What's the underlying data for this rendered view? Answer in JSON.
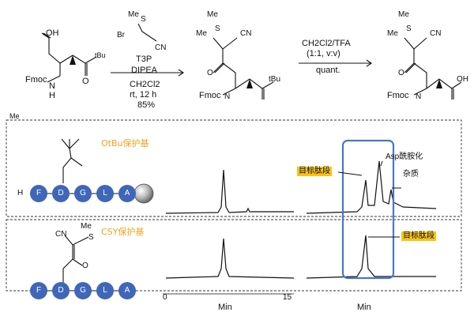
{
  "reaction": {
    "step1": {
      "reagent_bromide": "Br",
      "reagent_nitrile": "CN",
      "coupling_reagent": "T3P",
      "base": "DIPEA",
      "solvent": "CH2Cl2",
      "conditions": "rt, 12 h",
      "yield": "85%"
    },
    "step2": {
      "reagent": "CH2Cl2/TFA",
      "ratio": "(1:1, v:v)",
      "yield": "quant."
    },
    "labels": {
      "fmoc": "Fmoc",
      "nh": "N",
      "h": "H",
      "oh": "OH",
      "otbu": "O",
      "tbu": "tBu",
      "me": "Me",
      "cn": "CN",
      "s": "S",
      "o_minus": "O"
    }
  },
  "panels": {
    "top_label": "OtBu保护基",
    "bottom_label": "CSY保护基",
    "peptide_beads": [
      "F",
      "D",
      "G",
      "L",
      "A"
    ],
    "h_label": "H",
    "target_peak_label": "目标肽段",
    "impurity_label_line1": "Asp酰胺化",
    "impurity_label_line2": "杂质",
    "axis_ticks": [
      "0",
      "15"
    ],
    "axis_title": "Min",
    "bottom_struct": {
      "cn": "CN",
      "me": "Me",
      "s": "S",
      "o": "O"
    },
    "cut_label": "Me"
  },
  "colors": {
    "bead": "#3f66b8",
    "highlight": "#f7c21a",
    "label_orange": "#f2a31c",
    "focus_box": "#4a77c4"
  }
}
